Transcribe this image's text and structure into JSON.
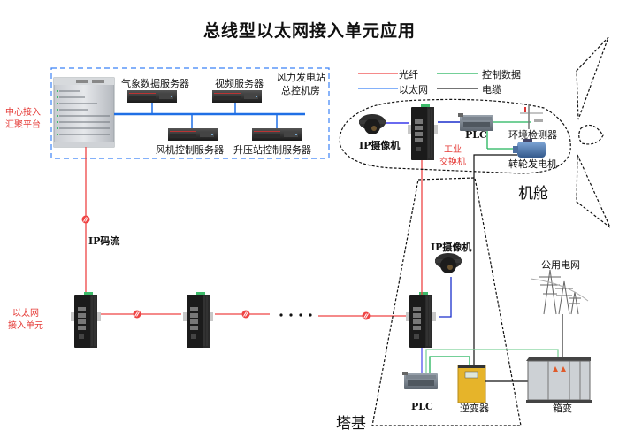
{
  "title": "总线型以太网接入单元应用",
  "control_room": {
    "label_line1": "风力发电站",
    "label_line2": "总控机房",
    "servers": [
      {
        "label": "气象数据服务器"
      },
      {
        "label": "视频服务器"
      },
      {
        "label": "风机控制服务器"
      },
      {
        "label": "升压站控制服务器"
      }
    ],
    "core_switch_label_line1": "中心接入",
    "core_switch_label_line2": "汇聚平台"
  },
  "legend": {
    "items": [
      {
        "label": "光纤",
        "color": "#ef4444"
      },
      {
        "label": "控制数据",
        "color": "#22b35a"
      },
      {
        "label": "以太网",
        "color": "#3b82f6"
      },
      {
        "label": "电缆",
        "color": "#222222"
      }
    ]
  },
  "fiber_link_label": "IP码流",
  "access_unit_label_line1": "以太网",
  "access_unit_label_line2": "接入单元",
  "nacelle": {
    "title": "机舱",
    "ip_camera": "IP摄像机",
    "switch_label_line1": "工业",
    "switch_label_line2": "交换机",
    "plc": "PLC",
    "env_sensor": "环境检测器",
    "generator": "转轮发电机"
  },
  "tower_base": {
    "title": "塔基",
    "ip_camera": "IP摄像机",
    "plc": "PLC",
    "inverter": "逆变器",
    "box_transformer": "箱变",
    "public_grid": "公用电网"
  },
  "colors": {
    "fiber": "#ef4444",
    "ethernet": "#3b82f6",
    "ethernet_dark": "#2233cc",
    "control": "#22b35a",
    "cable": "#222222",
    "dashed_box": "#3b82f6"
  }
}
